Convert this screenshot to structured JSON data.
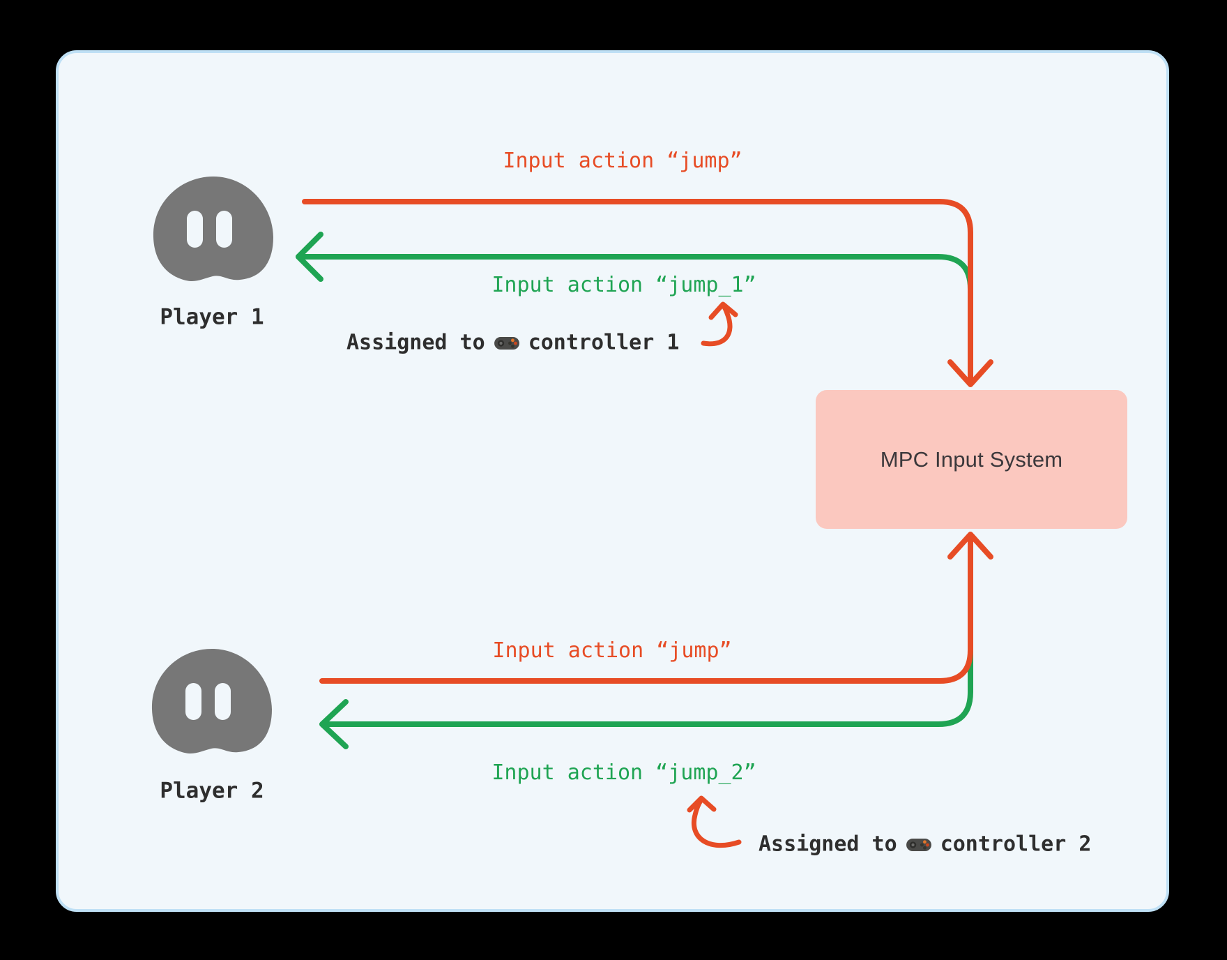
{
  "system": {
    "label": "MPC Input System"
  },
  "players": [
    {
      "label": "Player 1"
    },
    {
      "label": "Player 2"
    }
  ],
  "flows": [
    {
      "input_label": "Input action “jump”",
      "output_label": "Input action “jump_1”",
      "assigned_before": "Assigned to",
      "assigned_after": "controller 1"
    },
    {
      "input_label": "Input action “jump”",
      "output_label": "Input action “jump_2”",
      "assigned_before": "Assigned to",
      "assigned_after": "controller 2"
    }
  ],
  "icons": {
    "controller": "gamepad-icon"
  },
  "colors": {
    "red": "#E74C25",
    "green": "#1FA453",
    "panel_bg": "#F1F7FB",
    "panel_border": "#BFE0F5",
    "box_bg": "#FBC8BF",
    "box_text": "#3B383B",
    "text_dark": "#2E2E2E",
    "ghost": "#777777",
    "outer_bg": "#000000"
  }
}
